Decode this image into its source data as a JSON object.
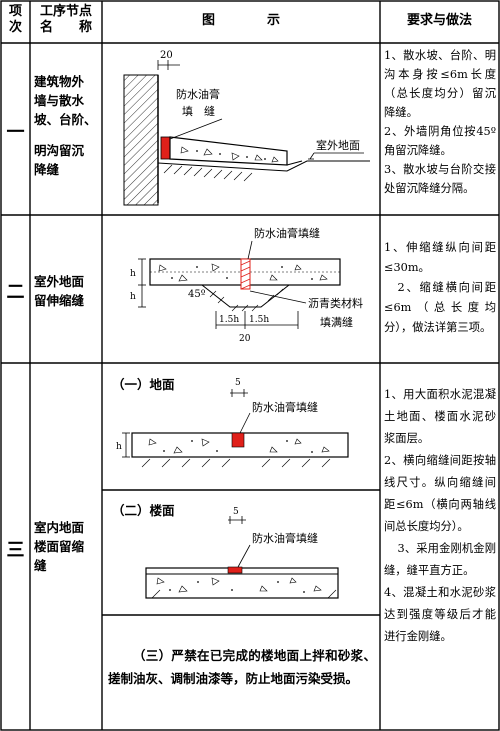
{
  "header": {
    "col1": [
      "项",
      "次"
    ],
    "col2": [
      "工序节点",
      "名　　称"
    ],
    "col3": "图　　　　示",
    "col4": "要求与做法"
  },
  "rows": [
    {
      "number": "一",
      "name": [
        "建筑物外",
        "墙与散水",
        "坡、台阶、",
        "",
        "明沟留沉",
        "降缝"
      ],
      "diagram": {
        "dim": "20",
        "label1": "防水油膏",
        "label2": "填　缝",
        "label3": "室外地面"
      },
      "requirements": [
        "1、散水坡、台阶、明沟本身按≤6m长度（总长度均分）留沉降缝。",
        "2、外墙阴角位按45º角留沉降缝。",
        "3、散水坡与台阶交接处留沉降缝分隔。"
      ]
    },
    {
      "number": "二",
      "name": [
        "室外地面",
        "留伸缩缝"
      ],
      "diagram": {
        "label_top": "防水油膏填缝",
        "h1": "h",
        "h2": "h",
        "angle": "45º",
        "dim1": "1.5h",
        "dim2": "1.5h",
        "dim3": "20",
        "label_fill1": "沥青类材料",
        "label_fill2": "填满缝"
      },
      "requirements": [
        "1、伸缩缝纵向间距≤30m。",
        "2、缩缝横向间距≤6m（总长度均分），做法详第三项。"
      ]
    },
    {
      "number": "三",
      "name": [
        "室内地面",
        "楼面留缩",
        "缝"
      ],
      "sub1": {
        "title": "（一）地面",
        "dim": "5",
        "label": "防水油膏填缝",
        "h": "h"
      },
      "sub2": {
        "title": "（二）楼面",
        "dim": "5",
        "label": "防水油膏填缝"
      },
      "sub3": "（三）严禁在已完成的楼地面上拌和砂浆、搓制油灰、调制油漆等，防止地面污染受损。",
      "requirements": [
        "1、用大面积水泥混凝土地面、楼面水泥砂浆面层。",
        "2、横向缩缝间距按轴线尺寸。纵向缩缝间距≤6m（横向两轴线间总长度均分）。",
        "3、采用金刚机金刚缝，缝平直方正。",
        "4、混凝土和水泥砂浆达到强度等级后才能进行金刚缝。"
      ]
    }
  ],
  "colors": {
    "line": "#000000",
    "seal": "#e0201a"
  }
}
